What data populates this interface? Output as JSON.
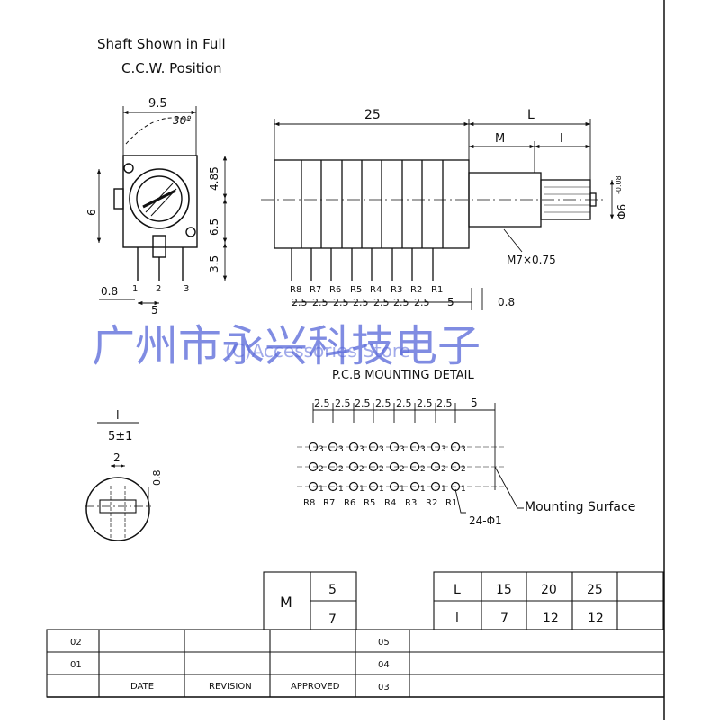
{
  "header": {
    "note_line1": "Shaft Shown in Full",
    "note_line2": "C.C.W. Position"
  },
  "front_view": {
    "dim_width": "9.5",
    "dim_angle": "30°",
    "dim_485": "4.85",
    "dim_6_left": "6",
    "dim_65": "6.5",
    "dim_35": "3.5",
    "dim_5": "5",
    "dim_08": "0.8",
    "pins": [
      "1",
      "2",
      "3"
    ]
  },
  "side_view": {
    "dim_body": "25",
    "dim_L": "L",
    "dim_M": "M",
    "dim_l": "l",
    "dim_shaft_dia": "Φ6",
    "dim_shaft_tol": "-0.08",
    "dim_thread": "M7×0.75",
    "pin_labels": [
      "R8",
      "R7",
      "R6",
      "R5",
      "R4",
      "R3",
      "R2",
      "R1"
    ],
    "pitch": "2.5",
    "end_gap": "5",
    "end_thk": "0.8"
  },
  "watermark": {
    "chinese": "广州市永兴科技电子",
    "english": "(C)Accessories Store"
  },
  "pcb_detail": {
    "title": "P.C.B MOUNTING DETAIL",
    "pitch": "2.5",
    "gap": "5",
    "pin_labels": [
      "R8",
      "R7",
      "R6",
      "R5",
      "R4",
      "R3",
      "R2",
      "R1"
    ],
    "row_labels": [
      "3",
      "2",
      "1"
    ],
    "hole_note": "24-Φ1",
    "mounting_surface": "Mounting Surface"
  },
  "shaft_detail": {
    "dim_l": "l",
    "dim_ratio": "5±1",
    "dim_2": "2",
    "dim_08": "0.8"
  },
  "m_table": {
    "label": "M",
    "values": [
      "5",
      "7"
    ]
  },
  "l_table": {
    "row_L": [
      "L",
      "15",
      "20",
      "25"
    ],
    "row_l": [
      "l",
      "7",
      "12",
      "12"
    ]
  },
  "title_block": {
    "rows_left": [
      "02",
      "01"
    ],
    "rows_mid": [
      "05",
      "04",
      "03"
    ],
    "headers": [
      "DATE",
      "REVISION",
      "APPROVED"
    ]
  }
}
